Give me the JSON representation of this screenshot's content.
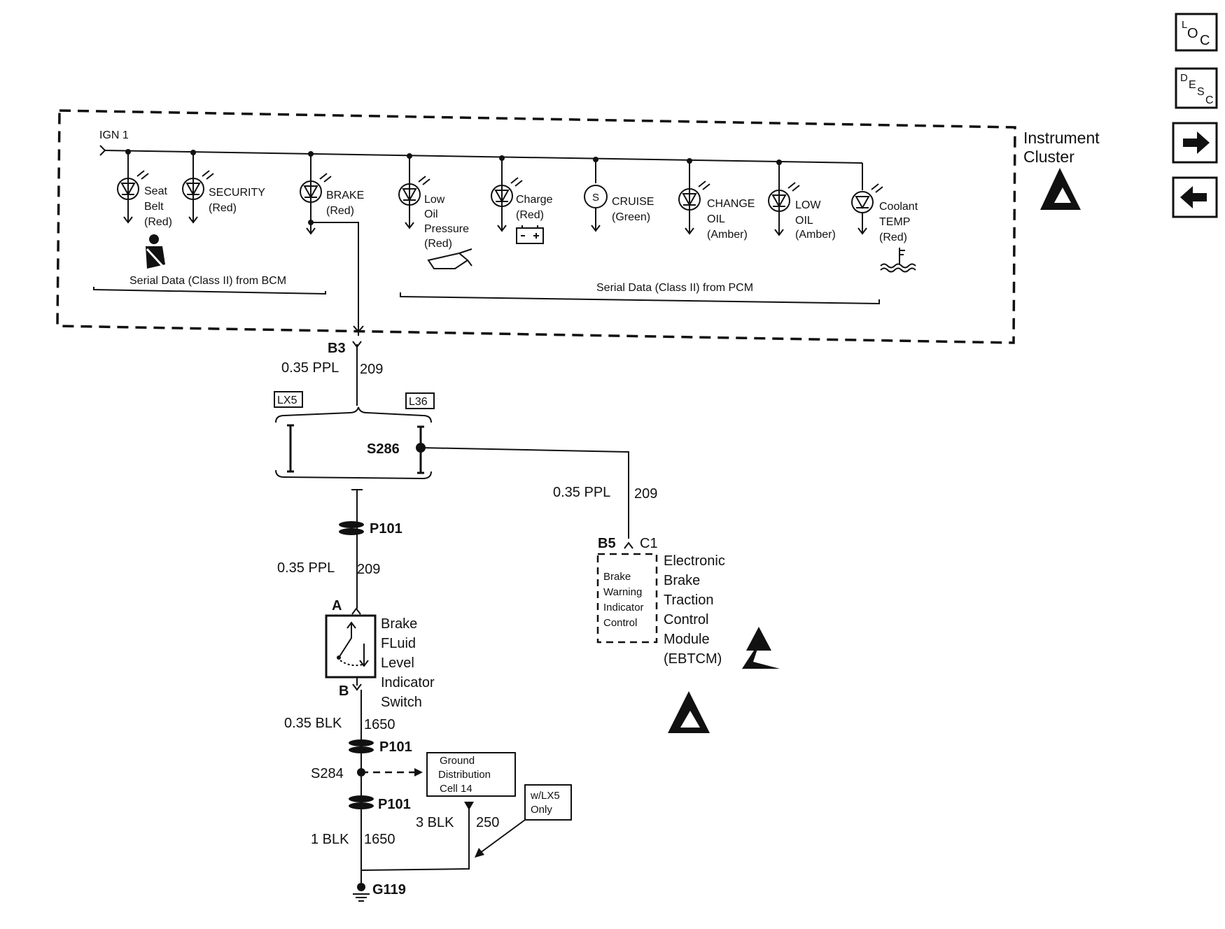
{
  "cluster": {
    "title_line1": "Instrument",
    "title_line2": "Cluster",
    "ign_label": "IGN 1",
    "bcm_bus_label": "Serial Data (Class II) from BCM",
    "pcm_bus_label": "Serial Data (Class II) from PCM",
    "indicators": [
      {
        "lines": [
          "Seat",
          "Belt",
          "(Red)"
        ]
      },
      {
        "lines": [
          "SECURITY",
          "(Red)"
        ]
      },
      {
        "lines": [
          "BRAKE",
          "(Red)"
        ]
      },
      {
        "lines": [
          "Low",
          "Oil",
          "Pressure",
          "(Red)"
        ]
      },
      {
        "lines": [
          "Charge",
          "(Red)"
        ]
      },
      {
        "lines": [
          "CRUISE",
          "(Green)"
        ]
      },
      {
        "lines": [
          "CHANGE",
          "OIL",
          "(Amber)"
        ]
      },
      {
        "lines": [
          "LOW",
          "OIL",
          "(Amber)"
        ]
      },
      {
        "lines": [
          "Coolant",
          "TEMP",
          "(Red)"
        ]
      }
    ]
  },
  "connectors": {
    "b3": "B3",
    "lx5": "LX5",
    "l36": "L36",
    "s286": "S286",
    "p101_a": "P101",
    "p101_b": "P101",
    "p101_c": "P101",
    "pin_a": "A",
    "pin_b": "B",
    "b5": "B5",
    "c1": "C1",
    "s284": "S284",
    "g119": "G119"
  },
  "wires": {
    "w1_gauge": "0.35 PPL",
    "w1_circuit": "209",
    "w2_gauge": "0.35 PPL",
    "w2_circuit": "209",
    "w3_gauge": "0.35 PPL",
    "w3_circuit": "209",
    "w4_gauge": "0.35 BLK",
    "w4_circuit": "1650",
    "w5_gauge": "1 BLK",
    "w5_circuit": "1650",
    "w6_gauge": "3 BLK",
    "w6_circuit": "250"
  },
  "switch": {
    "lines": [
      "Brake",
      "FLuid",
      "Level",
      "Indicator",
      "Switch"
    ]
  },
  "ebtcm": {
    "inner_lines": [
      "Brake",
      "Warning",
      "Indicator",
      "Control"
    ],
    "title_lines": [
      "Electronic",
      "Brake",
      "Traction",
      "Control",
      "Module",
      "(EBTCM)"
    ]
  },
  "ground_ref": {
    "lines": [
      "Ground",
      "Distribution",
      "Cell 14"
    ]
  },
  "option_note": {
    "lines": [
      "w/LX5",
      "Only"
    ]
  },
  "nav": {
    "loc": {
      "a": "L",
      "b": "O",
      "c": "C"
    },
    "desc": {
      "a": "D",
      "b": "E",
      "c": "S",
      "d": "C"
    },
    "next": "➡",
    "prev": "⬅"
  }
}
